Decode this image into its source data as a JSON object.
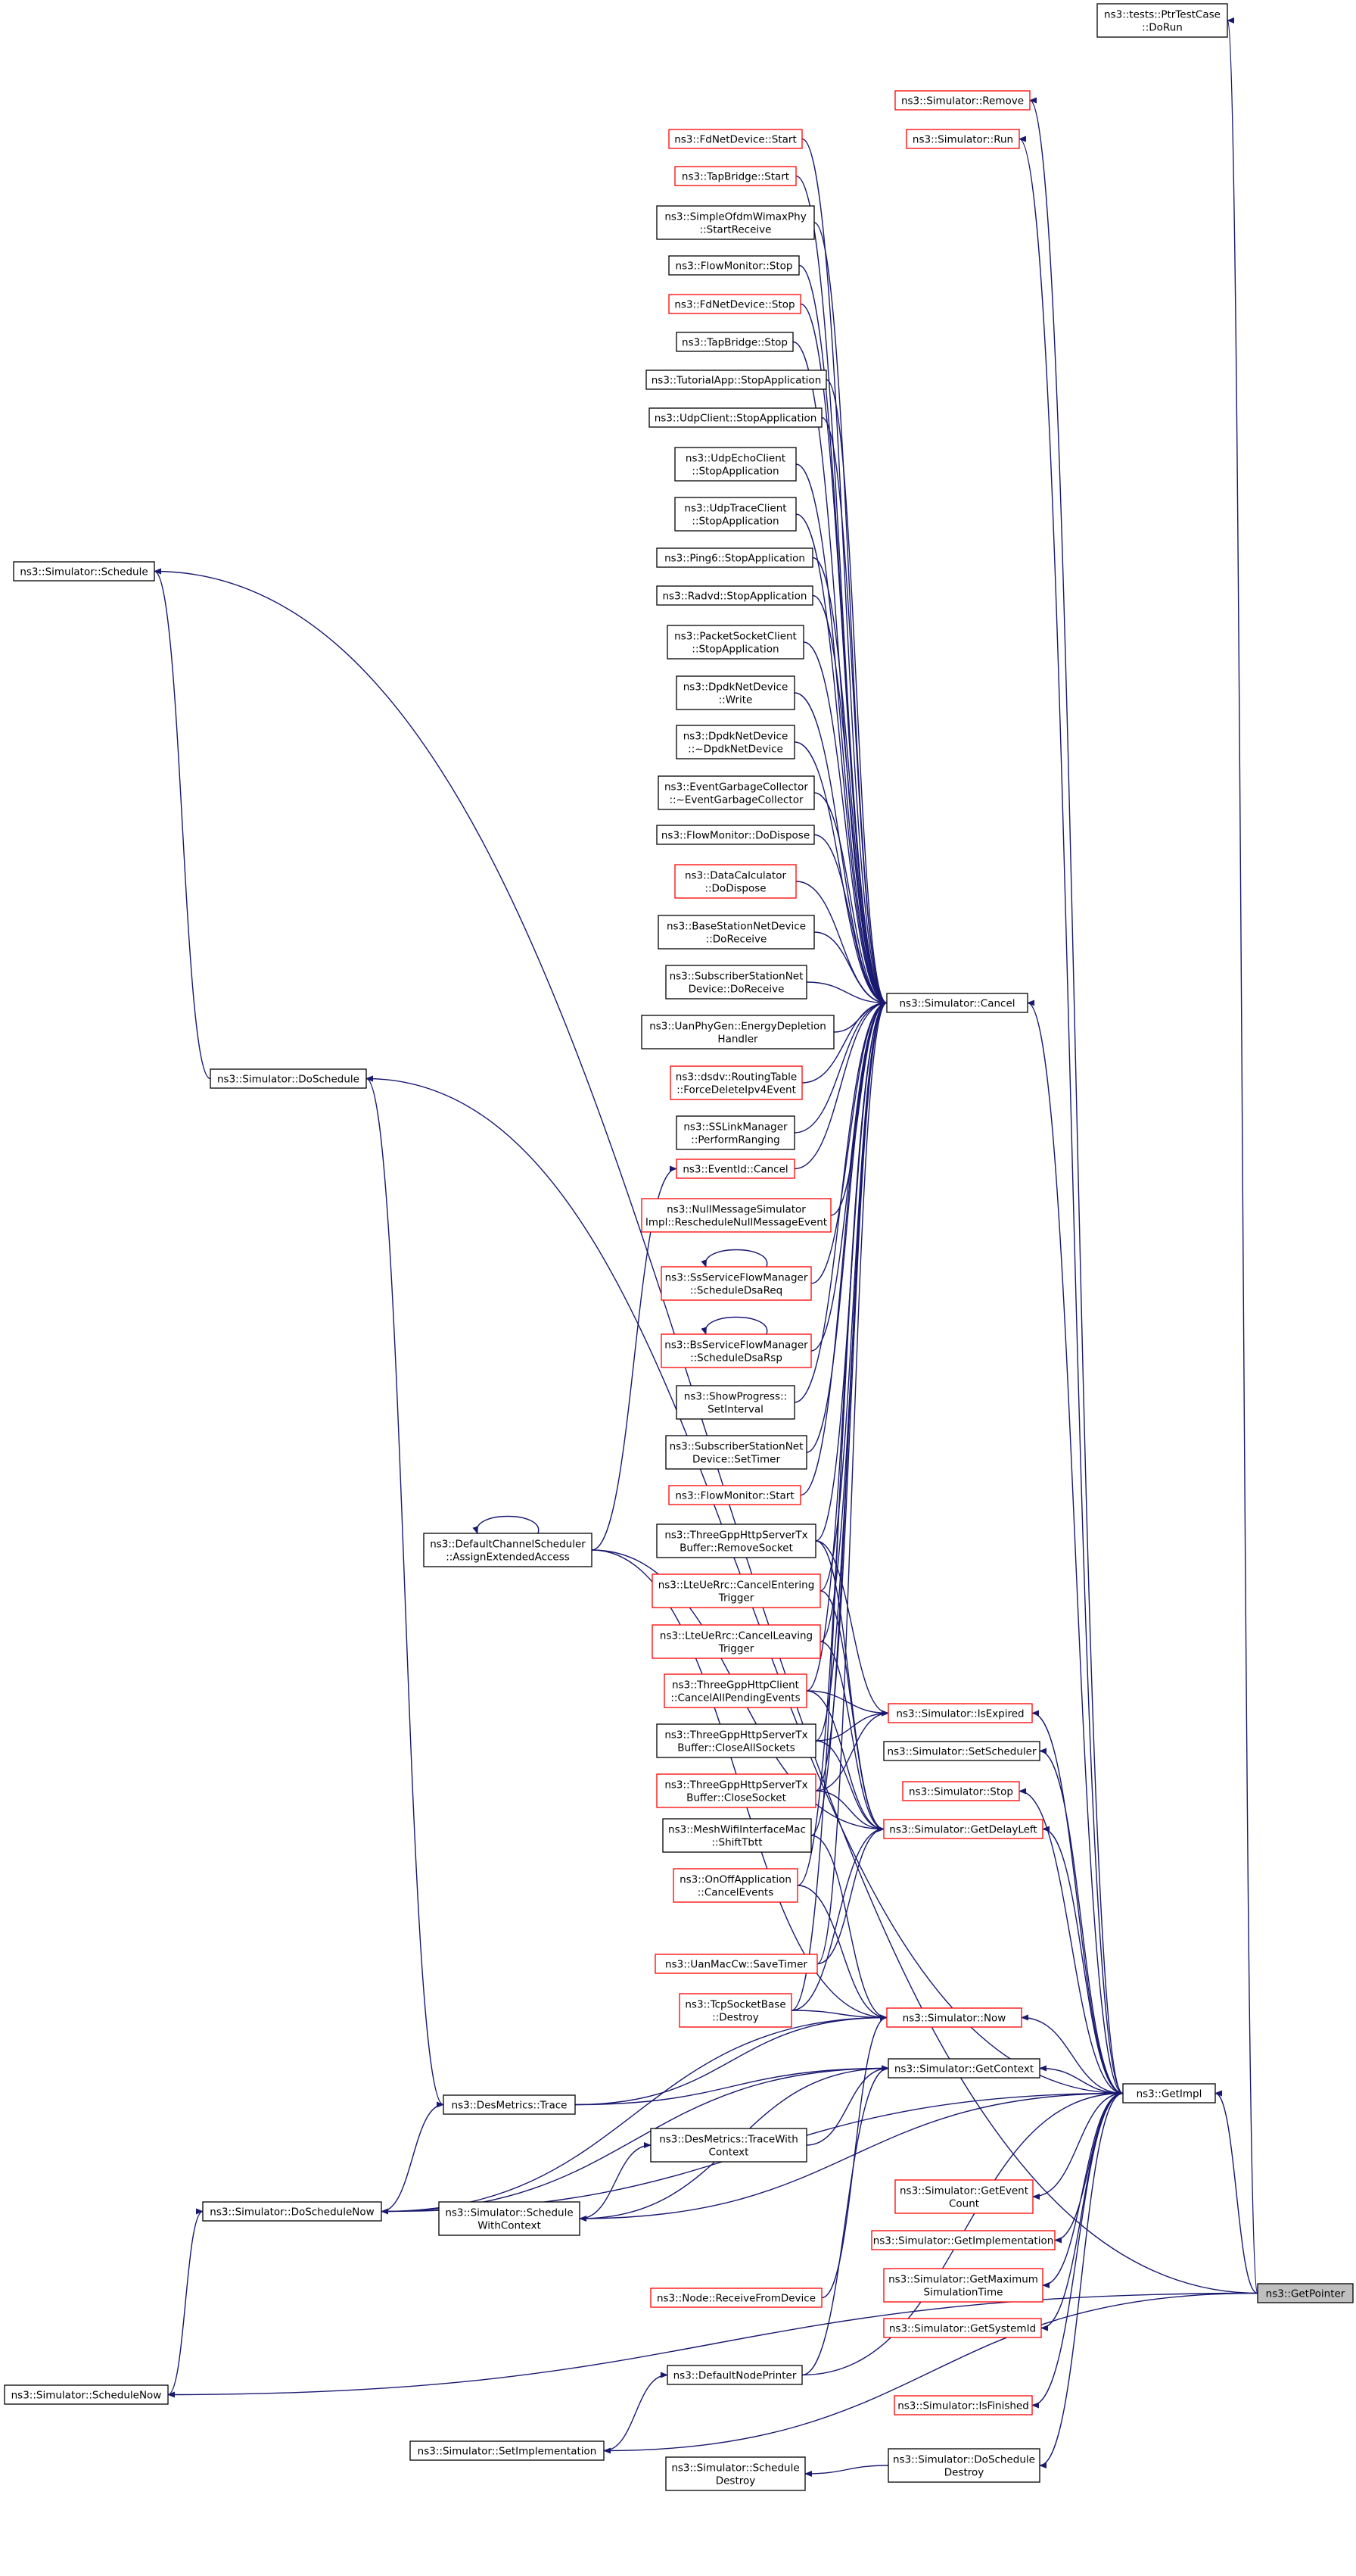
{
  "colors": {
    "edge": "#191970",
    "border_default": "#000000",
    "border_highlight": "#ff0000",
    "target_fill": "#bfbfbf",
    "background": "#ffffff"
  },
  "nodes": [
    {
      "id": "ptr",
      "lines": [
        "ns3::tests::PtrTestCase",
        "::DoRun"
      ],
      "color": "black"
    },
    {
      "id": "remove",
      "lines": [
        "ns3::Simulator::Remove"
      ],
      "color": "red"
    },
    {
      "id": "run",
      "lines": [
        "ns3::Simulator::Run"
      ],
      "color": "red"
    },
    {
      "id": "fdstart",
      "lines": [
        "ns3::FdNetDevice::Start"
      ],
      "color": "red"
    },
    {
      "id": "tapstart",
      "lines": [
        "ns3::TapBridge::Start"
      ],
      "color": "red"
    },
    {
      "id": "simpleofdm",
      "lines": [
        "ns3::SimpleOfdmWimaxPhy",
        "::StartReceive"
      ],
      "color": "black"
    },
    {
      "id": "fmstop",
      "lines": [
        "ns3::FlowMonitor::Stop"
      ],
      "color": "black"
    },
    {
      "id": "fdstop",
      "lines": [
        "ns3::FdNetDevice::Stop"
      ],
      "color": "red"
    },
    {
      "id": "tapstop",
      "lines": [
        "ns3::TapBridge::Stop"
      ],
      "color": "black"
    },
    {
      "id": "tutorial",
      "lines": [
        "ns3::TutorialApp::StopApplication"
      ],
      "color": "black"
    },
    {
      "id": "udpclient",
      "lines": [
        "ns3::UdpClient::StopApplication"
      ],
      "color": "black"
    },
    {
      "id": "udpecho",
      "lines": [
        "ns3::UdpEchoClient",
        "::StopApplication"
      ],
      "color": "black"
    },
    {
      "id": "udptrace",
      "lines": [
        "ns3::UdpTraceClient",
        "::StopApplication"
      ],
      "color": "black"
    },
    {
      "id": "ping6",
      "lines": [
        "ns3::Ping6::StopApplication"
      ],
      "color": "black"
    },
    {
      "id": "radvd",
      "lines": [
        "ns3::Radvd::StopApplication"
      ],
      "color": "black"
    },
    {
      "id": "packetsock",
      "lines": [
        "ns3::PacketSocketClient",
        "::StopApplication"
      ],
      "color": "black"
    },
    {
      "id": "dpdkwrite",
      "lines": [
        "ns3::DpdkNetDevice",
        "::Write"
      ],
      "color": "black"
    },
    {
      "id": "dpdkdtor",
      "lines": [
        "ns3::DpdkNetDevice",
        "::~DpdkNetDevice"
      ],
      "color": "black"
    },
    {
      "id": "egc",
      "lines": [
        "ns3::EventGarbageCollector",
        "::~EventGarbageCollector"
      ],
      "color": "black"
    },
    {
      "id": "fmdispose",
      "lines": [
        "ns3::FlowMonitor::DoDispose"
      ],
      "color": "black"
    },
    {
      "id": "datacalc",
      "lines": [
        "ns3::DataCalculator",
        "::DoDispose"
      ],
      "color": "red"
    },
    {
      "id": "bsrecv",
      "lines": [
        "ns3::BaseStationNetDevice",
        "::DoReceive"
      ],
      "color": "black"
    },
    {
      "id": "ssrecv",
      "lines": [
        "ns3::SubscriberStationNet",
        "Device::DoReceive"
      ],
      "color": "black"
    },
    {
      "id": "uanphy",
      "lines": [
        "ns3::UanPhyGen::EnergyDepletion",
        "Handler"
      ],
      "color": "black"
    },
    {
      "id": "dsdv",
      "lines": [
        "ns3::dsdv::RoutingTable",
        "::ForceDeleteIpv4Event"
      ],
      "color": "red"
    },
    {
      "id": "sslink",
      "lines": [
        "ns3::SSLinkManager",
        "::PerformRanging"
      ],
      "color": "black"
    },
    {
      "id": "eventcancel",
      "lines": [
        "ns3::EventId::Cancel"
      ],
      "color": "red"
    },
    {
      "id": "nullmsg",
      "lines": [
        "ns3::NullMessageSimulator",
        "Impl::RescheduleNullMessageEvent"
      ],
      "color": "red"
    },
    {
      "id": "ssflow",
      "lines": [
        "ns3::SsServiceFlowManager",
        "::ScheduleDsaReq"
      ],
      "color": "red"
    },
    {
      "id": "bsflow",
      "lines": [
        "ns3::BsServiceFlowManager",
        "::ScheduleDsaRsp"
      ],
      "color": "red"
    },
    {
      "id": "showprog",
      "lines": [
        "ns3::ShowProgress::",
        "SetInterval"
      ],
      "color": "black"
    },
    {
      "id": "sstimer",
      "lines": [
        "ns3::SubscriberStationNet",
        "Device::SetTimer"
      ],
      "color": "black"
    },
    {
      "id": "fmstart",
      "lines": [
        "ns3::FlowMonitor::Start"
      ],
      "color": "red"
    },
    {
      "id": "tgppremove",
      "lines": [
        "ns3::ThreeGppHttpServerTx",
        "Buffer::RemoveSocket"
      ],
      "color": "black"
    },
    {
      "id": "lteenter",
      "lines": [
        "ns3::LteUeRrc::CancelEntering",
        "Trigger"
      ],
      "color": "red"
    },
    {
      "id": "lteleave",
      "lines": [
        "ns3::LteUeRrc::CancelLeaving",
        "Trigger"
      ],
      "color": "red"
    },
    {
      "id": "tgppclient",
      "lines": [
        "ns3::ThreeGppHttpClient",
        "::CancelAllPendingEvents"
      ],
      "color": "red"
    },
    {
      "id": "tgppcloseall",
      "lines": [
        "ns3::ThreeGppHttpServerTx",
        "Buffer::CloseAllSockets"
      ],
      "color": "black"
    },
    {
      "id": "tgppclose",
      "lines": [
        "ns3::ThreeGppHttpServerTx",
        "Buffer::CloseSocket"
      ],
      "color": "red"
    },
    {
      "id": "meshshift",
      "lines": [
        "ns3::MeshWifiInterfaceMac",
        "::ShiftTbtt"
      ],
      "color": "black"
    },
    {
      "id": "onoff",
      "lines": [
        "ns3::OnOffApplication",
        "::CancelEvents"
      ],
      "color": "red"
    },
    {
      "id": "uanmac",
      "lines": [
        "ns3::UanMacCw::SaveTimer"
      ],
      "color": "red"
    },
    {
      "id": "tcpdestroy",
      "lines": [
        "ns3::TcpSocketBase",
        "::Destroy"
      ],
      "color": "red"
    },
    {
      "id": "cancel",
      "lines": [
        "ns3::Simulator::Cancel"
      ],
      "color": "black"
    },
    {
      "id": "isexpired",
      "lines": [
        "ns3::Simulator::IsExpired"
      ],
      "color": "red"
    },
    {
      "id": "setscheduler",
      "lines": [
        "ns3::Simulator::SetScheduler"
      ],
      "color": "black"
    },
    {
      "id": "stop",
      "lines": [
        "ns3::Simulator::Stop"
      ],
      "color": "red"
    },
    {
      "id": "getdelay",
      "lines": [
        "ns3::Simulator::GetDelayLeft"
      ],
      "color": "red"
    },
    {
      "id": "now",
      "lines": [
        "ns3::Simulator::Now"
      ],
      "color": "red"
    },
    {
      "id": "getcontext",
      "lines": [
        "ns3::Simulator::GetContext"
      ],
      "color": "black"
    },
    {
      "id": "geteventcount",
      "lines": [
        "ns3::Simulator::GetEvent",
        "Count"
      ],
      "color": "red"
    },
    {
      "id": "getimplementation",
      "lines": [
        "ns3::Simulator::GetImplementation"
      ],
      "color": "red"
    },
    {
      "id": "getmaxsim",
      "lines": [
        "ns3::Simulator::GetMaximum",
        "SimulationTime"
      ],
      "color": "red"
    },
    {
      "id": "getsystemid",
      "lines": [
        "ns3::Simulator::GetSystemId"
      ],
      "color": "red"
    },
    {
      "id": "isfinished",
      "lines": [
        "ns3::Simulator::IsFinished"
      ],
      "color": "red"
    },
    {
      "id": "doscheddestroy",
      "lines": [
        "ns3::Simulator::DoSchedule",
        "Destroy"
      ],
      "color": "black"
    },
    {
      "id": "getimpl",
      "lines": [
        "ns3::GetImpl"
      ],
      "color": "black"
    },
    {
      "id": "getpointer",
      "lines": [
        "ns3::GetPointer"
      ],
      "color": "target"
    },
    {
      "id": "schedule",
      "lines": [
        "ns3::Simulator::Schedule"
      ],
      "color": "black"
    },
    {
      "id": "doschedule",
      "lines": [
        "ns3::Simulator::DoSchedule"
      ],
      "color": "black"
    },
    {
      "id": "defchan",
      "lines": [
        "ns3::DefaultChannelScheduler",
        "::AssignExtendedAccess"
      ],
      "color": "black"
    },
    {
      "id": "destrace",
      "lines": [
        "ns3::DesMetrics::Trace"
      ],
      "color": "black"
    },
    {
      "id": "destracectx",
      "lines": [
        "ns3::DesMetrics::TraceWith",
        "Context"
      ],
      "color": "black"
    },
    {
      "id": "schedctx",
      "lines": [
        "ns3::Simulator::Schedule",
        "WithContext"
      ],
      "color": "black"
    },
    {
      "id": "doschednow",
      "lines": [
        "ns3::Simulator::DoScheduleNow"
      ],
      "color": "black"
    },
    {
      "id": "noderecv",
      "lines": [
        "ns3::Node::ReceiveFromDevice"
      ],
      "color": "red"
    },
    {
      "id": "defnodeprinter",
      "lines": [
        "ns3::DefaultNodePrinter"
      ],
      "color": "black"
    },
    {
      "id": "setimpl",
      "lines": [
        "ns3::Simulator::SetImplementation"
      ],
      "color": "black"
    },
    {
      "id": "schedestroy",
      "lines": [
        "ns3::Simulator::Schedule",
        "Destroy"
      ],
      "color": "black"
    },
    {
      "id": "schednow",
      "lines": [
        "ns3::Simulator::ScheduleNow"
      ],
      "color": "black"
    }
  ],
  "edges": [
    [
      "ptr",
      "getpointer"
    ],
    [
      "getimpl",
      "getpointer"
    ],
    [
      "schedule",
      "getpointer"
    ],
    [
      "setimpl",
      "getpointer"
    ],
    [
      "schednow",
      "getpointer"
    ],
    [
      "remove",
      "getimpl"
    ],
    [
      "run",
      "getimpl"
    ],
    [
      "cancel",
      "getimpl"
    ],
    [
      "isexpired",
      "getimpl"
    ],
    [
      "setscheduler",
      "getimpl"
    ],
    [
      "stop",
      "getimpl"
    ],
    [
      "getdelay",
      "getimpl"
    ],
    [
      "now",
      "getimpl"
    ],
    [
      "getcontext",
      "getimpl"
    ],
    [
      "geteventcount",
      "getimpl"
    ],
    [
      "getimplementation",
      "getimpl"
    ],
    [
      "getmaxsim",
      "getimpl"
    ],
    [
      "getsystemid",
      "getimpl"
    ],
    [
      "isfinished",
      "getimpl"
    ],
    [
      "doscheddestroy",
      "getimpl"
    ],
    [
      "doschedule",
      "getimpl"
    ],
    [
      "schedctx",
      "getimpl"
    ],
    [
      "doschednow",
      "getimpl"
    ],
    [
      "getimpl",
      "defnodeprinter"
    ],
    [
      "schedule",
      "doschedule"
    ],
    [
      "doschedule",
      "destrace"
    ],
    [
      "destrace",
      "doschednow"
    ],
    [
      "doschednow",
      "schednow"
    ],
    [
      "destracectx",
      "schedctx"
    ],
    [
      "defnodeprinter",
      "setimpl"
    ],
    [
      "schedestroy",
      "doscheddestroy"
    ],
    [
      "now",
      "destrace"
    ],
    [
      "now",
      "noderecv"
    ],
    [
      "now",
      "defchan"
    ],
    [
      "now",
      "tcpdestroy"
    ],
    [
      "now",
      "onoff"
    ],
    [
      "now",
      "meshshift"
    ],
    [
      "now",
      "doschednow"
    ],
    [
      "getcontext",
      "destrace"
    ],
    [
      "getcontext",
      "destracectx"
    ],
    [
      "getcontext",
      "schedctx"
    ],
    [
      "getcontext",
      "defnodeprinter"
    ],
    [
      "getcontext",
      "doschednow"
    ],
    [
      "getdelay",
      "defchan"
    ],
    [
      "getdelay",
      "tcpdestroy"
    ],
    [
      "getdelay",
      "uanmac"
    ],
    [
      "getdelay",
      "tgppclose"
    ],
    [
      "getdelay",
      "tgppcloseall"
    ],
    [
      "getdelay",
      "tgppclient"
    ],
    [
      "getdelay",
      "lteleave"
    ],
    [
      "getdelay",
      "lteenter"
    ],
    [
      "getdelay",
      "tgppremove"
    ],
    [
      "isexpired",
      "tgppremove"
    ],
    [
      "isexpired",
      "tgppclient"
    ],
    [
      "isexpired",
      "tgppcloseall"
    ],
    [
      "isexpired",
      "tgppclose"
    ],
    [
      "eventcancel",
      "defchan"
    ],
    [
      "defchan",
      "defchan"
    ],
    [
      "ssflow",
      "ssflow"
    ],
    [
      "bsflow",
      "bsflow"
    ],
    [
      "cancel",
      "fdstart"
    ],
    [
      "cancel",
      "tapstart"
    ],
    [
      "cancel",
      "simpleofdm"
    ],
    [
      "cancel",
      "fmstop"
    ],
    [
      "cancel",
      "fdstop"
    ],
    [
      "cancel",
      "tapstop"
    ],
    [
      "cancel",
      "tutorial"
    ],
    [
      "cancel",
      "udpclient"
    ],
    [
      "cancel",
      "udpecho"
    ],
    [
      "cancel",
      "udptrace"
    ],
    [
      "cancel",
      "ping6"
    ],
    [
      "cancel",
      "radvd"
    ],
    [
      "cancel",
      "packetsock"
    ],
    [
      "cancel",
      "dpdkwrite"
    ],
    [
      "cancel",
      "dpdkdtor"
    ],
    [
      "cancel",
      "egc"
    ],
    [
      "cancel",
      "fmdispose"
    ],
    [
      "cancel",
      "datacalc"
    ],
    [
      "cancel",
      "bsrecv"
    ],
    [
      "cancel",
      "ssrecv"
    ],
    [
      "cancel",
      "uanphy"
    ],
    [
      "cancel",
      "dsdv"
    ],
    [
      "cancel",
      "sslink"
    ],
    [
      "cancel",
      "eventcancel"
    ],
    [
      "cancel",
      "nullmsg"
    ],
    [
      "cancel",
      "ssflow"
    ],
    [
      "cancel",
      "bsflow"
    ],
    [
      "cancel",
      "showprog"
    ],
    [
      "cancel",
      "sstimer"
    ],
    [
      "cancel",
      "fmstart"
    ],
    [
      "cancel",
      "tgppremove"
    ],
    [
      "cancel",
      "lteenter"
    ],
    [
      "cancel",
      "lteleave"
    ],
    [
      "cancel",
      "tgppclient"
    ],
    [
      "cancel",
      "tgppcloseall"
    ],
    [
      "cancel",
      "tgppclose"
    ],
    [
      "cancel",
      "meshshift"
    ],
    [
      "cancel",
      "onoff"
    ],
    [
      "cancel",
      "uanmac"
    ],
    [
      "cancel",
      "tcpdestroy"
    ]
  ]
}
